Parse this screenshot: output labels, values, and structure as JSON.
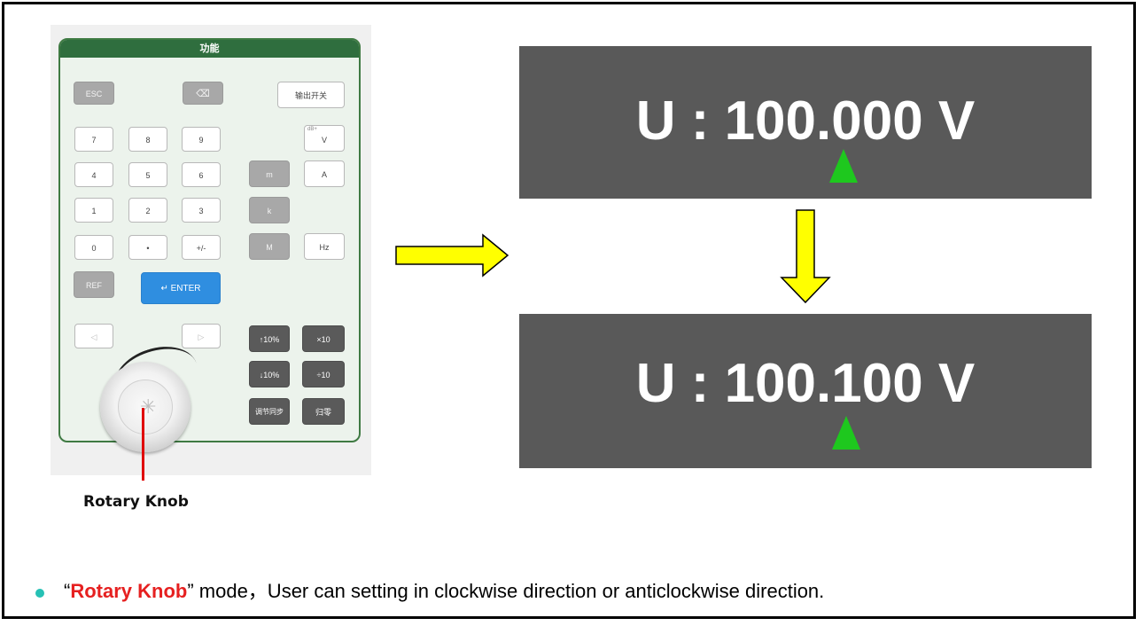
{
  "keypad": {
    "title": "功能",
    "keys": {
      "esc": "ESC",
      "backspace": "⌫",
      "output": "输出开关",
      "n7": "7",
      "n8": "8",
      "n9": "9",
      "n4": "4",
      "n5": "5",
      "n6": "6",
      "n1": "1",
      "n2": "2",
      "n3": "3",
      "n0": "0",
      "dot": "•",
      "sign": "+/-",
      "unit_v": "V",
      "unit_v_sup": "dB+",
      "unit_m_small": "m",
      "unit_a": "A",
      "unit_k": "k",
      "unit_m_big": "M",
      "unit_hz": "Hz",
      "ref": "REF",
      "enter": "↵ ENTER",
      "left": "◁",
      "right": "▷",
      "up10pct": "↑10%",
      "times10": "×10",
      "down10pct": "↓10%",
      "div10": "÷10",
      "sync": "调节同步",
      "zero": "归零"
    }
  },
  "knob": {
    "icon": "rotary-knob-icon",
    "label": "Rotary Knob"
  },
  "displays": {
    "before": "U : 100.000 V",
    "after": "U : 100.100 V"
  },
  "arrows": {
    "color": "#ffff00"
  },
  "caret_color": "#1ec81e",
  "note": {
    "open_quote": "“",
    "highlight": "Rotary Knob",
    "close_quote": "”",
    "text": " mode，User can setting in clockwise direction or anticlockwise direction."
  }
}
